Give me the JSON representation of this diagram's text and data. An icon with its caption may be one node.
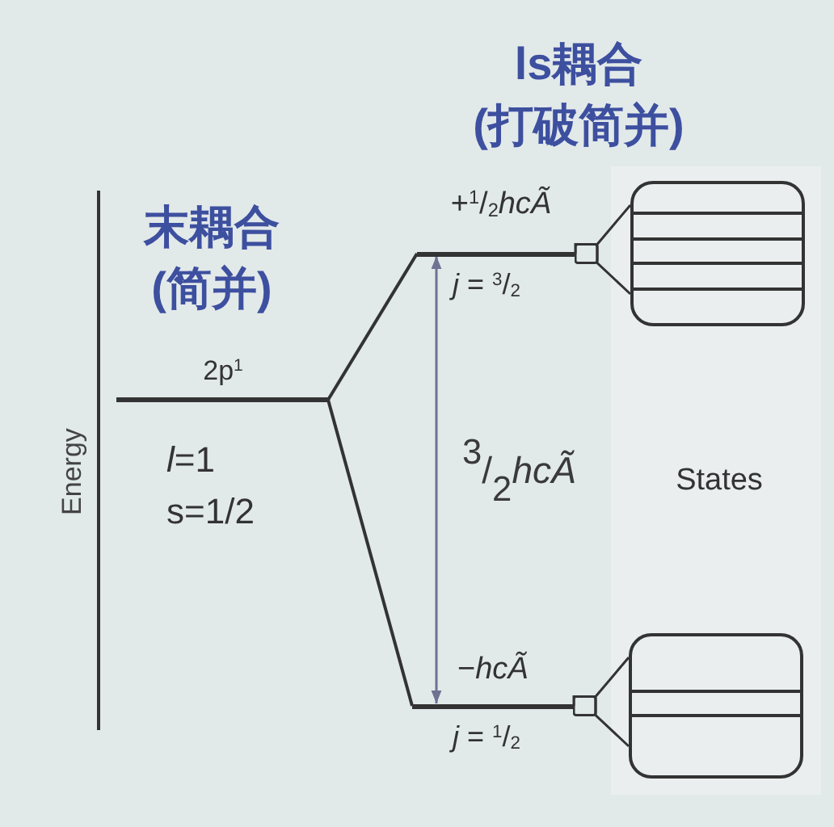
{
  "diagram": {
    "nodes": [
      {
        "text": [],
        "shape": "bar",
        "beside": [
          "2p$^{1}$",
          "*l*=1",
          "s=1/2"
        ]
      },
      {
        "text": [],
        "shape": "bar",
        "beside": [
          "+$^{1}$/$_{2}$*hcÃ*",
          "*j* = $^{3}$/$_{2}$"
        ]
      },
      {
        "text": [],
        "shape": "bar",
        "beside": [
          "−*hcÃ*",
          "*j* = $^{1}$/$_{2}$"
        ]
      },
      {
        "text": [
          "States"
        ]
      },
      {
        "text": [],
        "shape": "box",
        "in": 3
      },
      {
        "text": [],
        "shape": "box",
        "in": 3
      }
    ],
    "edges": [
      {
        "from": 0,
        "to": 1,
        "arrow": "none"
      },
      {
        "from": 0,
        "to": 2,
        "arrow": "none"
      },
      {
        "from": 1,
        "to": 4,
        "arrow": "other"
      },
      {
        "from": 2,
        "to": 5,
        "arrow": "other"
      },
      {
        "from": 1,
        "to": 2,
        "arrow": "both",
        "label": "$^{3}$/$_{2}$*hcÃ*",
        "color": "#6e7392"
      }
    ],
    "labels": [
      "ls耦合(打破简并)",
      "末耦合(简并)",
      "Energy"
    ]
  }
}
